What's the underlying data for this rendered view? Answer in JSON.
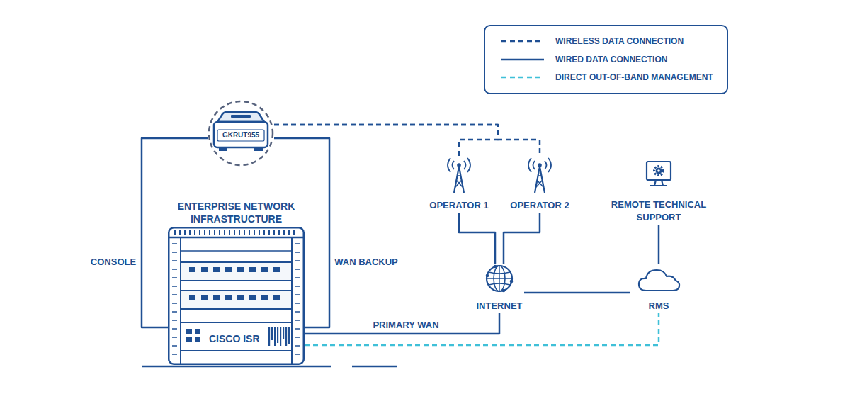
{
  "diagram": {
    "nodes": [
      {
        "text": [
          "GKRUT955"
        ]
      },
      {
        "text": [
          "ENTERPRISE NETWORK INFRASTRUCTURE"
        ]
      },
      {
        "text": [
          "CISCO ISR"
        ],
        "in": 1
      },
      {
        "text": [
          "OPERATOR 1"
        ]
      },
      {
        "text": [
          "OPERATOR 2"
        ]
      },
      {
        "text": [
          "INTERNET"
        ]
      },
      {
        "text": [
          "REMOTE TECHNICAL SUPPORT"
        ]
      },
      {
        "text": [
          "RMS"
        ]
      }
    ],
    "edges": [
      {
        "from": 0,
        "to": 2,
        "arrow": "none",
        "label": "CONSOLE"
      },
      {
        "from": 0,
        "to": 2,
        "arrow": "none",
        "label": "WAN BACKUP"
      },
      {
        "from": 0,
        "to": 3,
        "arrow": "none"
      },
      {
        "from": 0,
        "to": 4,
        "arrow": "none"
      },
      {
        "from": 3,
        "to": 5,
        "arrow": "none"
      },
      {
        "from": 4,
        "to": 5,
        "arrow": "none"
      },
      {
        "from": 2,
        "to": 5,
        "arrow": "none",
        "label": "PRIMARY WAN"
      },
      {
        "from": 5,
        "to": 7,
        "arrow": "none"
      },
      {
        "from": 6,
        "to": 7,
        "arrow": "none"
      },
      {
        "from": 2,
        "to": 7,
        "arrow": "none"
      }
    ],
    "legend": [
      {
        "text": "WIRELESS DATA CONNECTION"
      },
      {
        "text": "WIRED DATA CONNECTION"
      },
      {
        "text": "DIRECT OUT-OF-BAND MANAGEMENT"
      }
    ]
  }
}
